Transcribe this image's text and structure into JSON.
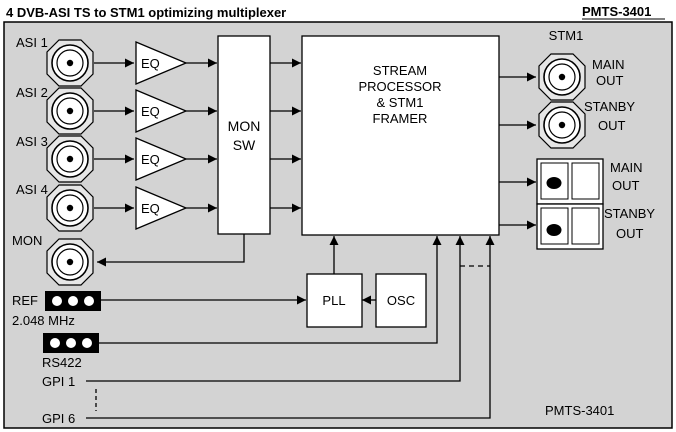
{
  "header": {
    "title": "4 DVB-ASI TS to STM1 optimizing multiplexer",
    "model": "PMTS-3401"
  },
  "inputs": [
    {
      "label": "ASI 1"
    },
    {
      "label": "ASI 2"
    },
    {
      "label": "ASI 3"
    },
    {
      "label": "ASI 4"
    }
  ],
  "mon_port": {
    "label": "MON"
  },
  "equalizer_label": "EQ",
  "mon_switch": {
    "line1": "MON",
    "line2": "SW"
  },
  "processor": {
    "line1": "STREAM",
    "line2": "PROCESSOR",
    "line3": "& STM1",
    "line4": "FRAMER"
  },
  "stm1": {
    "label": "STM1",
    "main_out": {
      "line1": "MAIN",
      "line2": "OUT"
    },
    "standby_out": {
      "line1": "STANBY",
      "line2": "OUT"
    }
  },
  "optical": {
    "main_out": {
      "line1": "MAIN",
      "line2": "OUT"
    },
    "standby_out": {
      "line1": "STANBY",
      "line2": "OUT"
    }
  },
  "pll_label": "PLL",
  "osc_label": "OSC",
  "ref": {
    "label": "REF",
    "freq": "2.048 MHz"
  },
  "rs422_label": "RS422",
  "gpi": {
    "first": "GPI 1",
    "last": "GPI 6"
  },
  "footer_model": "PMTS-3401",
  "colors": {
    "panel": "#d3d3d3",
    "connector": "#e6e6e6",
    "block": "#ffffff",
    "line": "#000000"
  }
}
